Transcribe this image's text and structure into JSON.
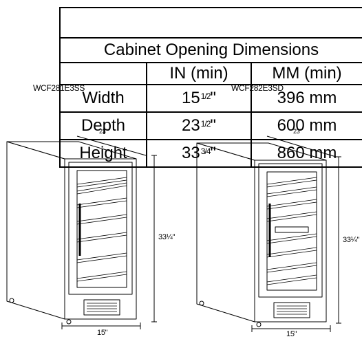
{
  "table": {
    "title": "Cabinet Opening Dimensions",
    "header": {
      "unit_in": "IN (min)",
      "unit_mm": "MM (min)"
    },
    "rows": [
      {
        "label": "Width",
        "in_whole": "15",
        "in_frac": "1/2",
        "mm": "396 mm"
      },
      {
        "label": "Depth",
        "in_whole": "23",
        "in_frac": "1/2",
        "mm": "600 mm"
      },
      {
        "label": "Height",
        "in_whole": "33",
        "in_frac": "3/4",
        "mm": "860 mm"
      }
    ],
    "inch_mark": "\""
  },
  "left_unit": {
    "model": "WCF281E3SS",
    "depth_label": "23\"",
    "height_label": "33¼\"",
    "width_label": "15\""
  },
  "right_unit": {
    "model": "WCF282E3SD",
    "depth_label": "23\"",
    "height_label": "33¼\"",
    "width_label": "15\""
  }
}
